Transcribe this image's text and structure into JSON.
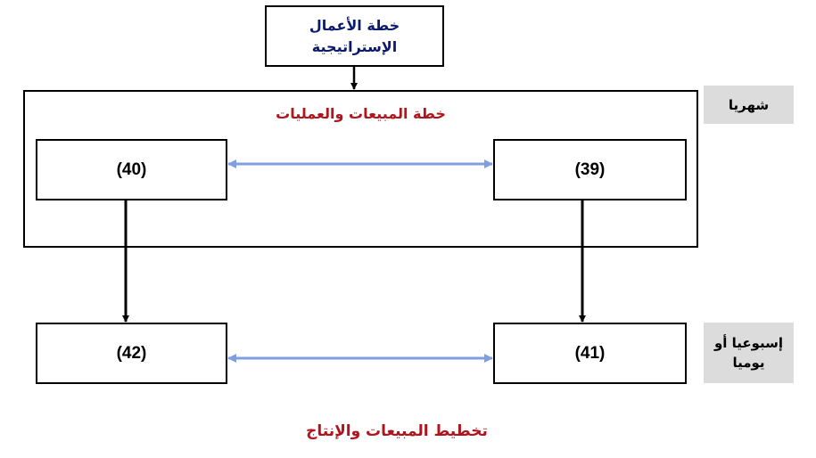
{
  "strategic_box": {
    "line1": "خطة الأعمال",
    "line2": "الإستراتيجية"
  },
  "operations_frame": {
    "title": "خطة المبيعات والعمليات"
  },
  "nodes": {
    "n40": "(40)",
    "n39": "(39)",
    "n42": "(42)",
    "n41": "(41)"
  },
  "side_labels": {
    "monthly": "شهريا",
    "weekly_line1": "إسبوعيا أو",
    "weekly_line2": "يوميا"
  },
  "footer_title": "تخطيط المبيعات والإنتاج",
  "colors": {
    "title_navy": "#0a1a6e",
    "title_red": "#b0141c",
    "connector_blue": "#7f9fe0",
    "side_bg": "#dcdcdc"
  }
}
